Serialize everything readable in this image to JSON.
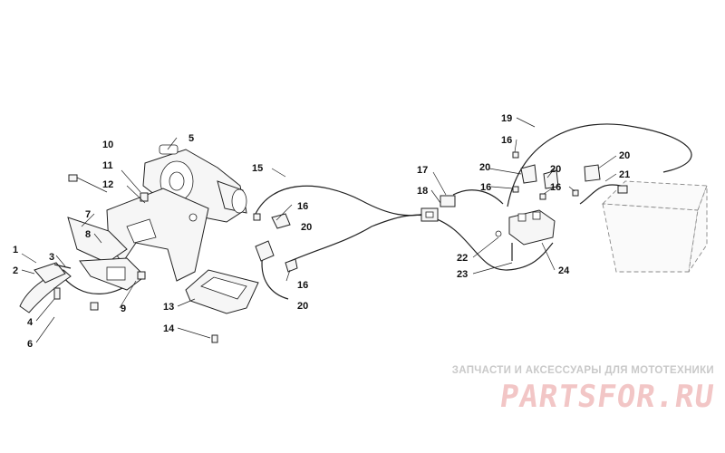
{
  "watermark": {
    "caption": "ЗАПЧАСТИ И АКСЕССУАРЫ ДЛЯ МОТОТЕХНИКИ",
    "logo_text": "PARTSFOR.RU",
    "caption_color": "#c9c9c9",
    "logo_color": "#f2c6c6"
  },
  "callouts": {
    "c1": "1",
    "c2": "2",
    "c3": "3",
    "c4": "4",
    "c5": "5",
    "c6": "6",
    "c7": "7",
    "c8": "8",
    "c9": "9",
    "c10": "10",
    "c11": "11",
    "c12": "12",
    "c13": "13",
    "c14": "14",
    "c15": "15",
    "c16a": "16",
    "c16b": "16",
    "c16c": "16",
    "c16d": "16",
    "c16e": "16",
    "c17": "17",
    "c18": "18",
    "c19": "19",
    "c20a": "20",
    "c20b": "20",
    "c20c": "20",
    "c20d": "20",
    "c20e": "20",
    "c21": "21",
    "c22": "22",
    "c23": "23",
    "c24": "24"
  }
}
